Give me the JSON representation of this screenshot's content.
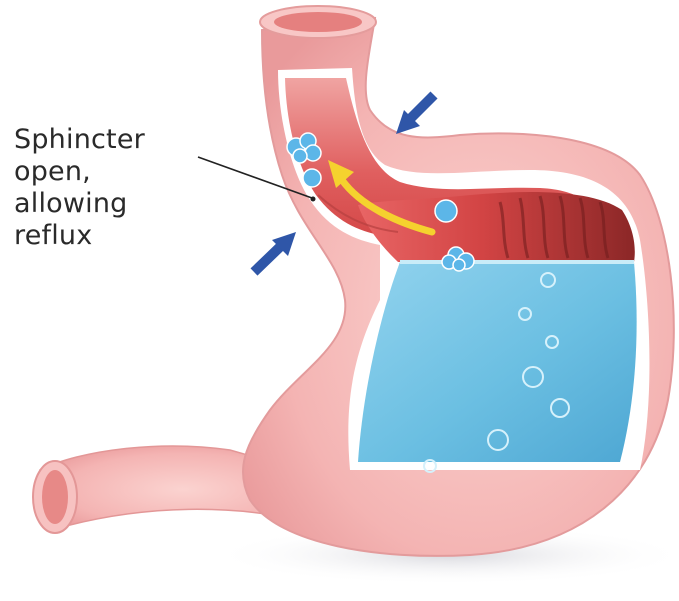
{
  "annotation": {
    "lines": [
      "Sphincter",
      "open,",
      "allowing",
      "reflux"
    ]
  },
  "colors": {
    "stomach_wall": "#f6b9b8",
    "stomach_wall_edge": "#eea3a3",
    "esophagus_inner": "#e05a5a",
    "stomach_inner_dark": "#8e2a2a",
    "acid_fluid": "#6fc2e4",
    "acid_fluid_light": "#a9ddf1",
    "bubbles": "#5ab4e6",
    "arrows": "#2f56a8",
    "reflux_arrow": "#f5d22e"
  }
}
